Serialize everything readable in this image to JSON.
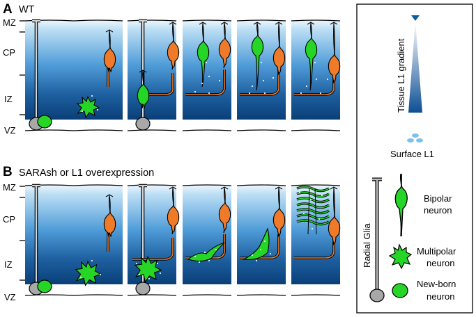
{
  "panels": [
    {
      "letter": "A",
      "title": "WT"
    },
    {
      "letter": "B",
      "title": "SARAsh or L1 overexpression"
    }
  ],
  "layers": {
    "mz": "MZ",
    "cp": "CP",
    "iz": "IZ",
    "vz": "VZ"
  },
  "legend": {
    "gradient_label": "Tissue L1 gradient",
    "surface_l1": "Surface L1",
    "radial_glia": "Radial Glia",
    "bipolar": [
      "Bipolar",
      "neuron"
    ],
    "multipolar": [
      "Multipolar",
      "neuron"
    ],
    "newborn": [
      "New-born",
      "neuron"
    ]
  },
  "colors": {
    "gradient_top": "#eaf5fc",
    "gradient_mid": "#3f8ed0",
    "gradient_bottom": "#0a3f78",
    "bipolar_neuron": "#26d626",
    "migrating_neuron": "#ee7a2a",
    "radial_glia": "#a8a8a8",
    "surface_l1": "#7ec0ec"
  }
}
